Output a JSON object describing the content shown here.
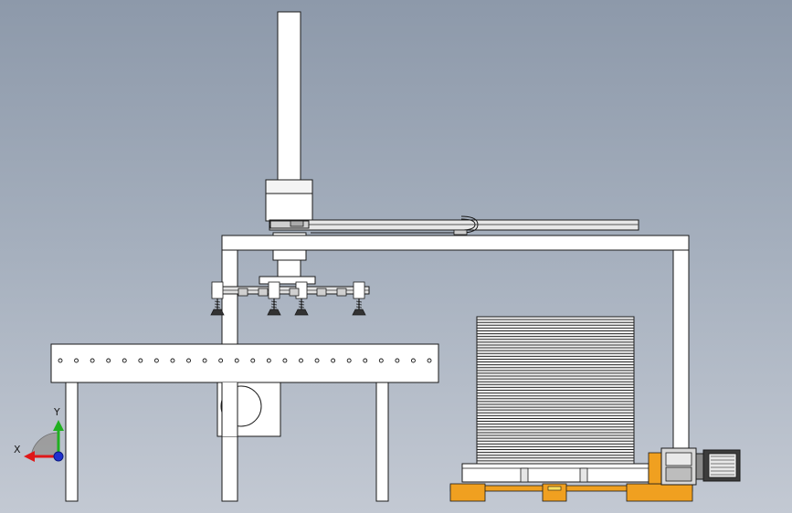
{
  "viewport": {
    "background_top": "#8d99aa",
    "background_bottom": "#c3c9d3"
  },
  "colors": {
    "part_fill": "#ffffff",
    "edge": "#1a1a1a",
    "motor_dark": "#3c3c3c",
    "motor_mid": "#8a8a8a",
    "frame_orange": "#f0a020",
    "axis_x": "#e01818",
    "axis_y": "#20b020",
    "axis_z": "#2030d0",
    "triad_disc": "#9a9a9a"
  },
  "triad": {
    "x_label": "X",
    "y_label": "Y"
  },
  "conveyor": {
    "roller_count": 24
  },
  "stack": {
    "layer_count": 52
  }
}
